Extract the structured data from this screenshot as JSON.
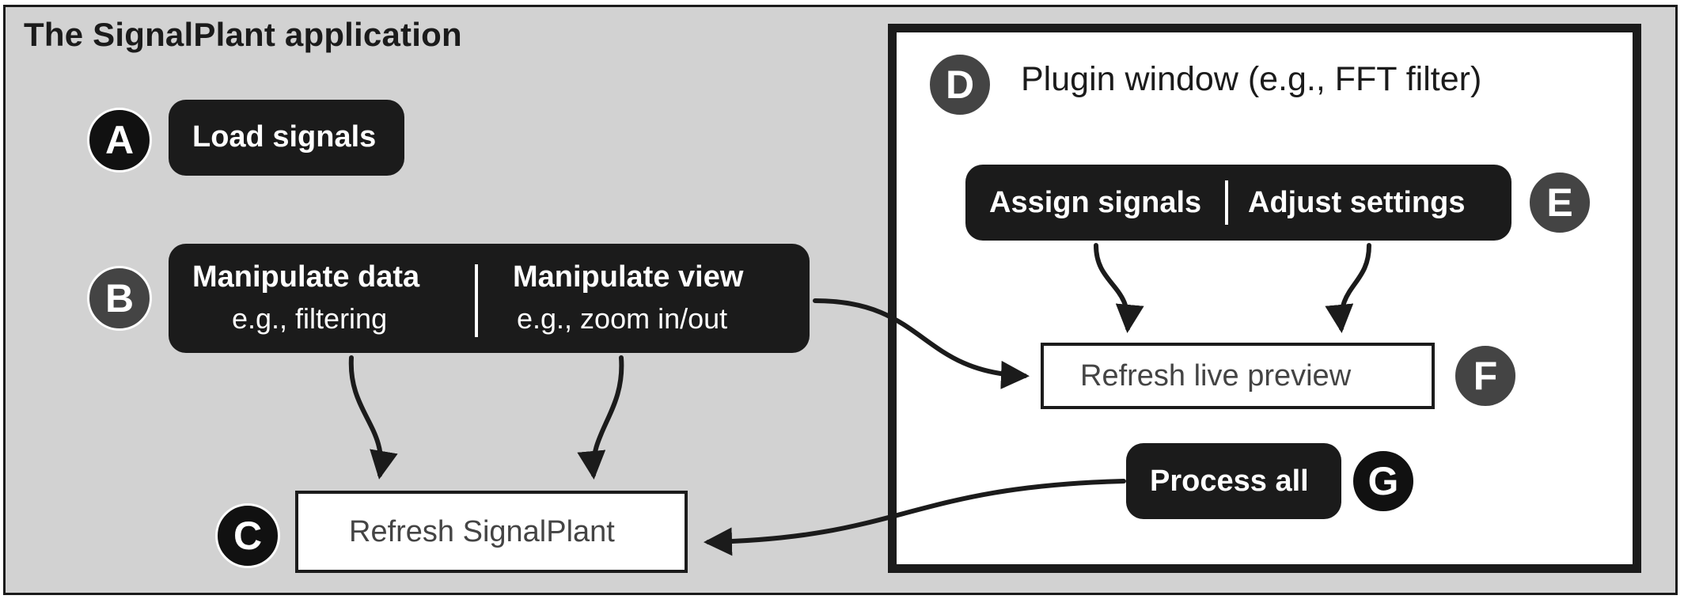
{
  "app_title": "The SignalPlant application",
  "plugin_title": "Plugin window (e.g., FFT filter)",
  "badges": {
    "a": "A",
    "b": "B",
    "c": "C",
    "d": "D",
    "e": "E",
    "f": "F",
    "g": "G"
  },
  "load_signals": "Load signals",
  "manipulate_data": {
    "title": "Manipulate data",
    "sub": "e.g., filtering"
  },
  "manipulate_view": {
    "title": "Manipulate view",
    "sub": "e.g., zoom in/out"
  },
  "refresh_signalplant": "Refresh SignalPlant",
  "assign_signals": "Assign signals",
  "adjust_settings": "Adjust settings",
  "refresh_live_preview": "Refresh live preview",
  "process_all": "Process all",
  "colors": {
    "background": "#d2d2d2",
    "dark": "#1b1b1b",
    "badge_grey": "#444444",
    "white": "#ffffff"
  }
}
